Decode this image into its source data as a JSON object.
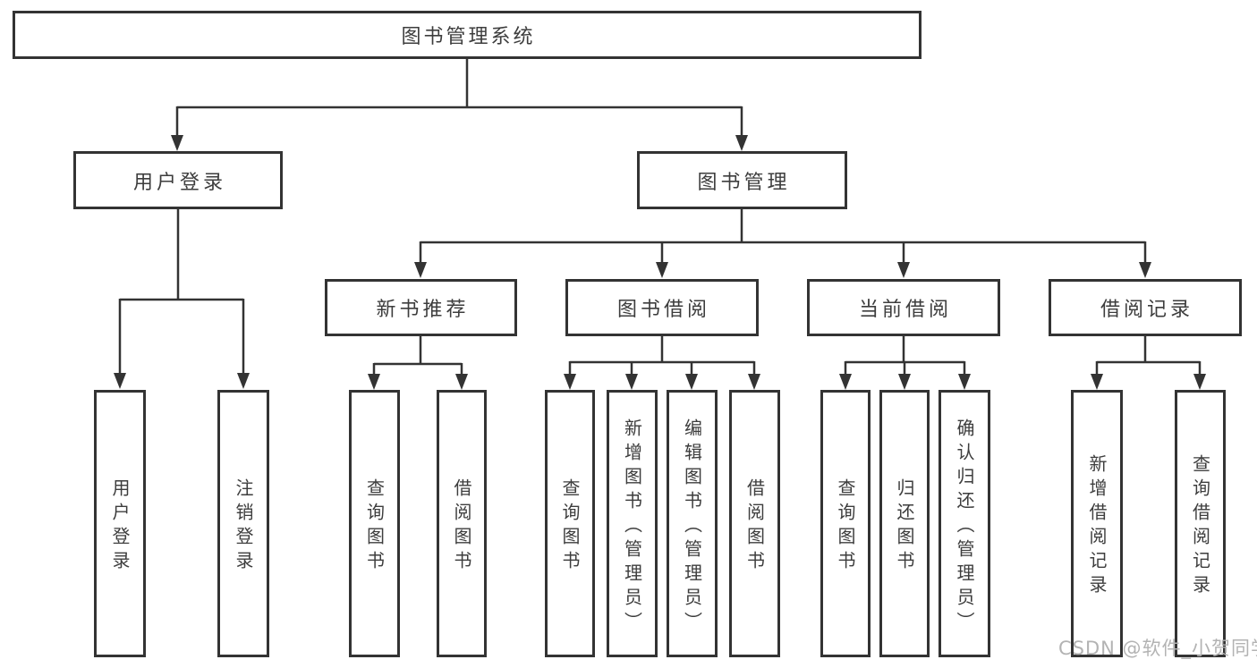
{
  "diagram": {
    "root": {
      "label": "图书管理系统"
    },
    "level2": [
      {
        "label": "用户登录"
      },
      {
        "label": "图书管理"
      }
    ],
    "level3": [
      {
        "label": "新书推荐"
      },
      {
        "label": "图书借阅"
      },
      {
        "label": "当前借阅"
      },
      {
        "label": "借阅记录"
      }
    ],
    "leaves": {
      "user_login": [
        {
          "label": "用户登录"
        },
        {
          "label": "注销登录"
        }
      ],
      "new_book_recommendation": [
        {
          "label": "查询图书"
        },
        {
          "label": "借阅图书"
        }
      ],
      "book_borrowing": [
        {
          "label": "查询图书"
        },
        {
          "label": "新增图书（管理员）"
        },
        {
          "label": "编辑图书（管理员）"
        },
        {
          "label": "借阅图书"
        }
      ],
      "current_borrowing": [
        {
          "label": "查询图书"
        },
        {
          "label": "归还图书"
        },
        {
          "label": "确认归还（管理员）"
        }
      ],
      "borrowing_records": [
        {
          "label": "新增借阅记录"
        },
        {
          "label": "查询借阅记录"
        }
      ]
    }
  },
  "watermark": {
    "text": "CSDN @软件_小贺同学"
  },
  "colors": {
    "ink": "#333333",
    "text": "#3d3d3d",
    "watermark": "#b3b3b3",
    "background": "#ffffff"
  }
}
